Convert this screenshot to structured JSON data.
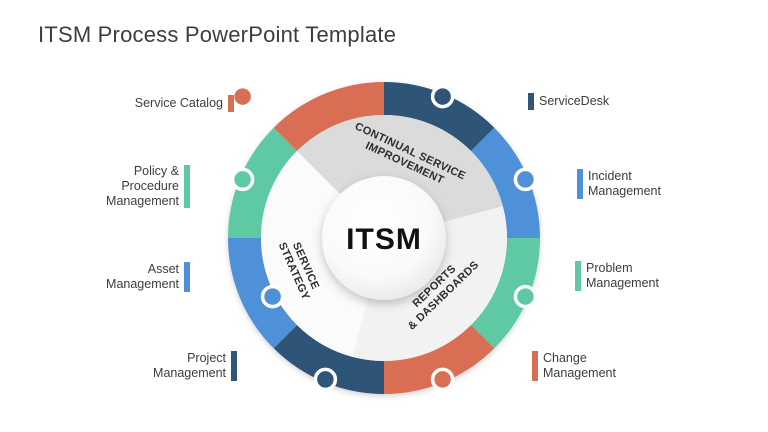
{
  "title": "ITSM Process PowerPoint Template",
  "colors": {
    "navy": "#2F5578",
    "blue": "#4F91D8",
    "green": "#5FC9A3",
    "orange": "#D96E55",
    "wedge_gray": "#DBDBDB",
    "wedge_lighter": "#F2F2F2",
    "wedge_light": "#FBFBFB",
    "title_text": "#3d3d3d",
    "label_text": "#3d3d3d"
  },
  "ring": {
    "segments_clockwise_from_top": [
      "navy",
      "blue",
      "green",
      "orange",
      "navy",
      "blue",
      "green",
      "orange"
    ],
    "node_circles": "one per segment at segment midpoint, white-ringed"
  },
  "center": {
    "label": "ITSM"
  },
  "wedges": [
    {
      "name": "continual-service-improvement",
      "line1": "CONTINUAL SERVICE",
      "line2": "IMPROVEMENT"
    },
    {
      "name": "reports-and-dashboards",
      "line1": "REPORTS",
      "line2": "& DASHBOARDS"
    },
    {
      "name": "service-strategy",
      "line1": "SERVICE",
      "line2": "STRATEGY"
    }
  ],
  "labels": {
    "left": [
      {
        "text": "Service Catalog",
        "color": "#D96E55"
      },
      {
        "text": "Policy &\nProcedure\nManagement",
        "color": "#5FC9A3"
      },
      {
        "text": "Asset\nManagement",
        "color": "#4F91D8"
      },
      {
        "text": "Project\nManagement",
        "color": "#2F5578"
      }
    ],
    "right": [
      {
        "text": "ServiceDesk",
        "color": "#2F5578"
      },
      {
        "text": "Incident\nManagement",
        "color": "#4F91D8"
      },
      {
        "text": "Problem\nManagement",
        "color": "#5FC9A3"
      },
      {
        "text": "Change\nManagement",
        "color": "#D96E55"
      }
    ]
  }
}
